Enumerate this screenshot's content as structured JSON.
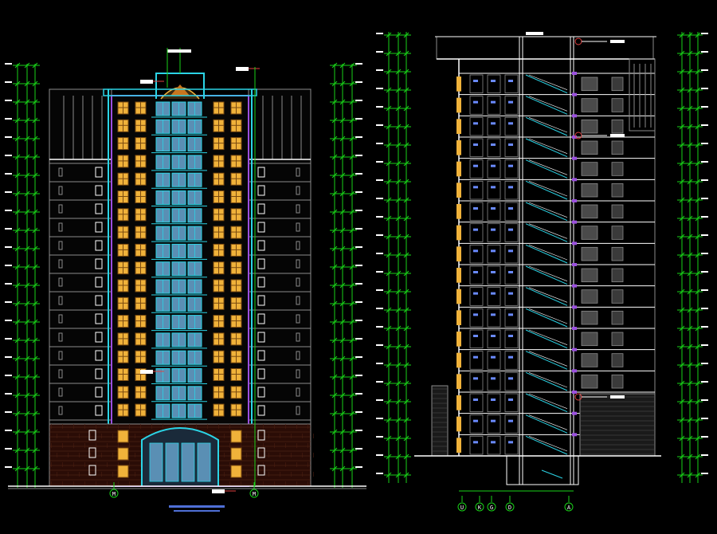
{
  "drawing": {
    "colors": {
      "background": "#000000",
      "dimension": "#19d219",
      "outline": "#ffffff",
      "structure": "#8a8a8a",
      "accent_cyan": "#2bd4e6",
      "accent_purple": "#9b4fe0",
      "window_yellow": "#f0b23a",
      "window_blue": "#5a8fb4",
      "brick": "#b34a2a",
      "leader_red": "#e04040",
      "title_bar": "#4f6fd6"
    },
    "front_elevation": {
      "floors": 18,
      "grid_axis_labels": [
        "M",
        "M"
      ]
    },
    "section": {
      "floors": 18,
      "grid_axis_labels": [
        "U",
        "K",
        "G",
        "D",
        "A"
      ]
    }
  }
}
